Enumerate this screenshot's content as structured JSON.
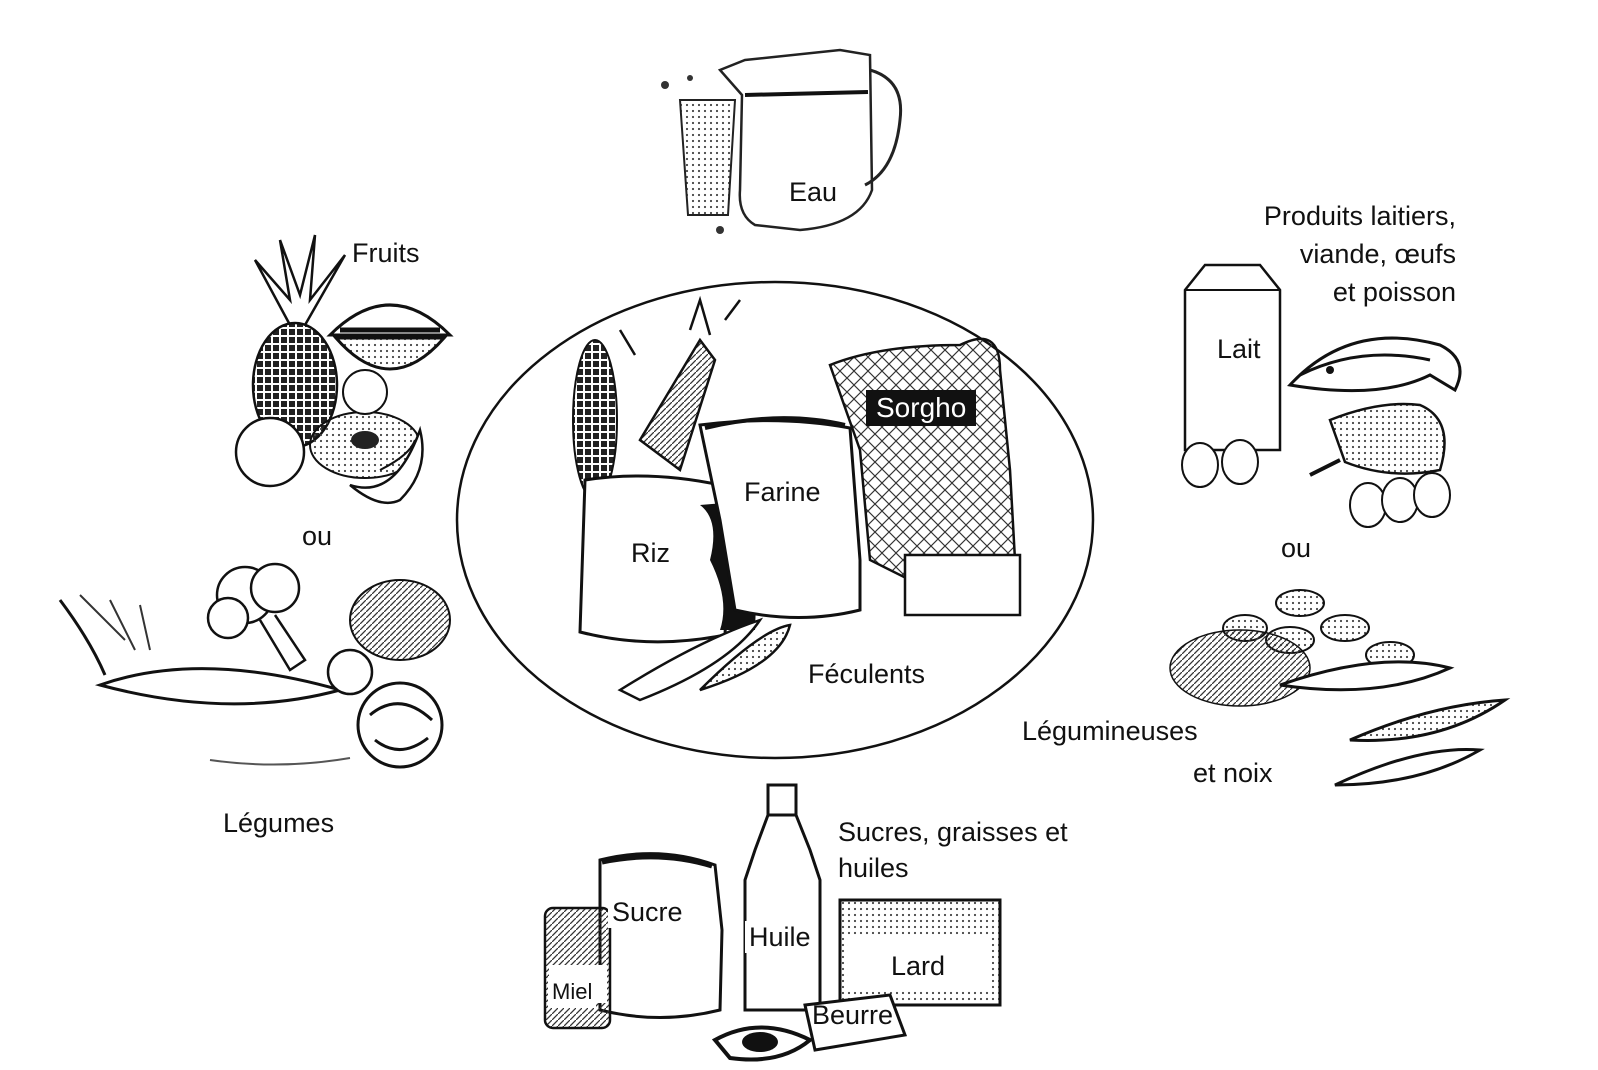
{
  "center": {
    "group_label": "Féculents",
    "items": {
      "riz": "Riz",
      "farine": "Farine",
      "sorgho": "Sorgho"
    }
  },
  "top": {
    "eau": "Eau"
  },
  "left": {
    "fruits": "Fruits",
    "ou": "ou",
    "legumes": "Légumes"
  },
  "right": {
    "proteins_line1": "Produits laitiers,",
    "proteins_line2": "viande, œufs",
    "proteins_line3": "et poisson",
    "lait": "Lait",
    "ou": "ou",
    "legumineuses_line1": "Légumineuses",
    "legumineuses_line2": "et noix"
  },
  "bottom": {
    "group_line1": "Sucres, graisses et",
    "group_line2": "huiles",
    "sucre": "Sucre",
    "miel": "Miel",
    "huile": "Huile",
    "lard": "Lard",
    "beurre": "Beurre"
  },
  "icons": [
    "water-jug-icon",
    "glass-icon",
    "pineapple-icon",
    "watermelon-icon",
    "orange-icon",
    "banana-icon",
    "broccoli-icon",
    "carrot-icon",
    "cabbage-icon",
    "milk-carton-icon",
    "fish-icon",
    "chicken-icon",
    "eggs-icon",
    "beans-icon",
    "peas-pod-icon",
    "corn-icon",
    "rice-sack-icon",
    "flour-sack-icon",
    "sorghum-sack-icon",
    "sugar-sack-icon",
    "honey-jar-icon",
    "oil-bottle-icon",
    "lard-box-icon",
    "butter-icon",
    "avocado-icon"
  ]
}
